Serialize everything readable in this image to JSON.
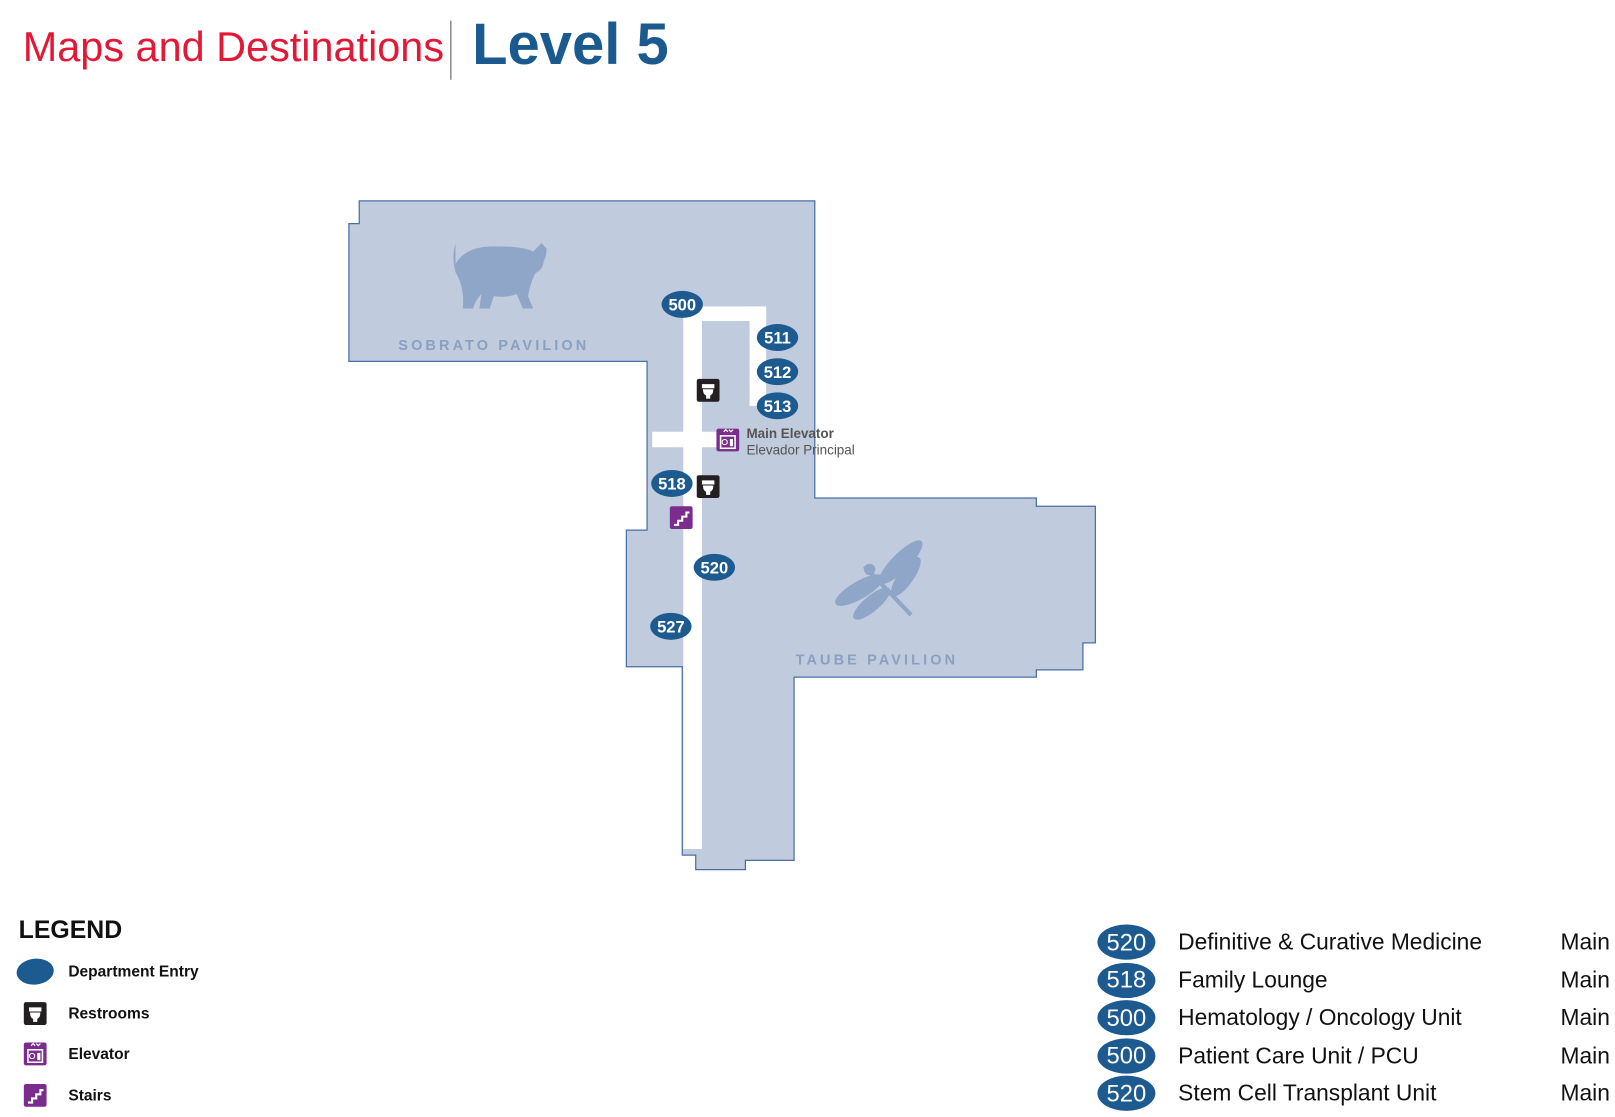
{
  "header": {
    "title": "Maps and Destinations",
    "level": "Level 5"
  },
  "map": {
    "pavilions": [
      "SOBRATO PAVILION",
      "TAUBE PAVILION"
    ],
    "entries": [
      "500",
      "511",
      "512",
      "513",
      "518",
      "520",
      "527"
    ],
    "elevator_label": "Main Elevator",
    "elevator_label_es": "Elevador Principal"
  },
  "legend": {
    "title": "LEGEND",
    "items": [
      {
        "icon": "department-entry-icon",
        "label": "Department Entry"
      },
      {
        "icon": "restroom-icon",
        "label": "Restrooms"
      },
      {
        "icon": "elevator-icon",
        "label": "Elevator"
      },
      {
        "icon": "stairs-icon",
        "label": "Stairs"
      }
    ]
  },
  "directory": [
    {
      "room": "520",
      "name": "Definitive & Curative Medicine",
      "location": "Main"
    },
    {
      "room": "518",
      "name": "Family Lounge",
      "location": "Main"
    },
    {
      "room": "500",
      "name": "Hematology / Oncology Unit",
      "location": "Main"
    },
    {
      "room": "500",
      "name": "Patient Care Unit / PCU",
      "location": "Main"
    },
    {
      "room": "520",
      "name": "Stem Cell Transplant Unit",
      "location": "Main"
    }
  ],
  "colors": {
    "accent_red": "#e31837",
    "brand_blue": "#1d5a8f",
    "floor": "#c0cbdd",
    "amenity_purple": "#7b2d8e"
  }
}
